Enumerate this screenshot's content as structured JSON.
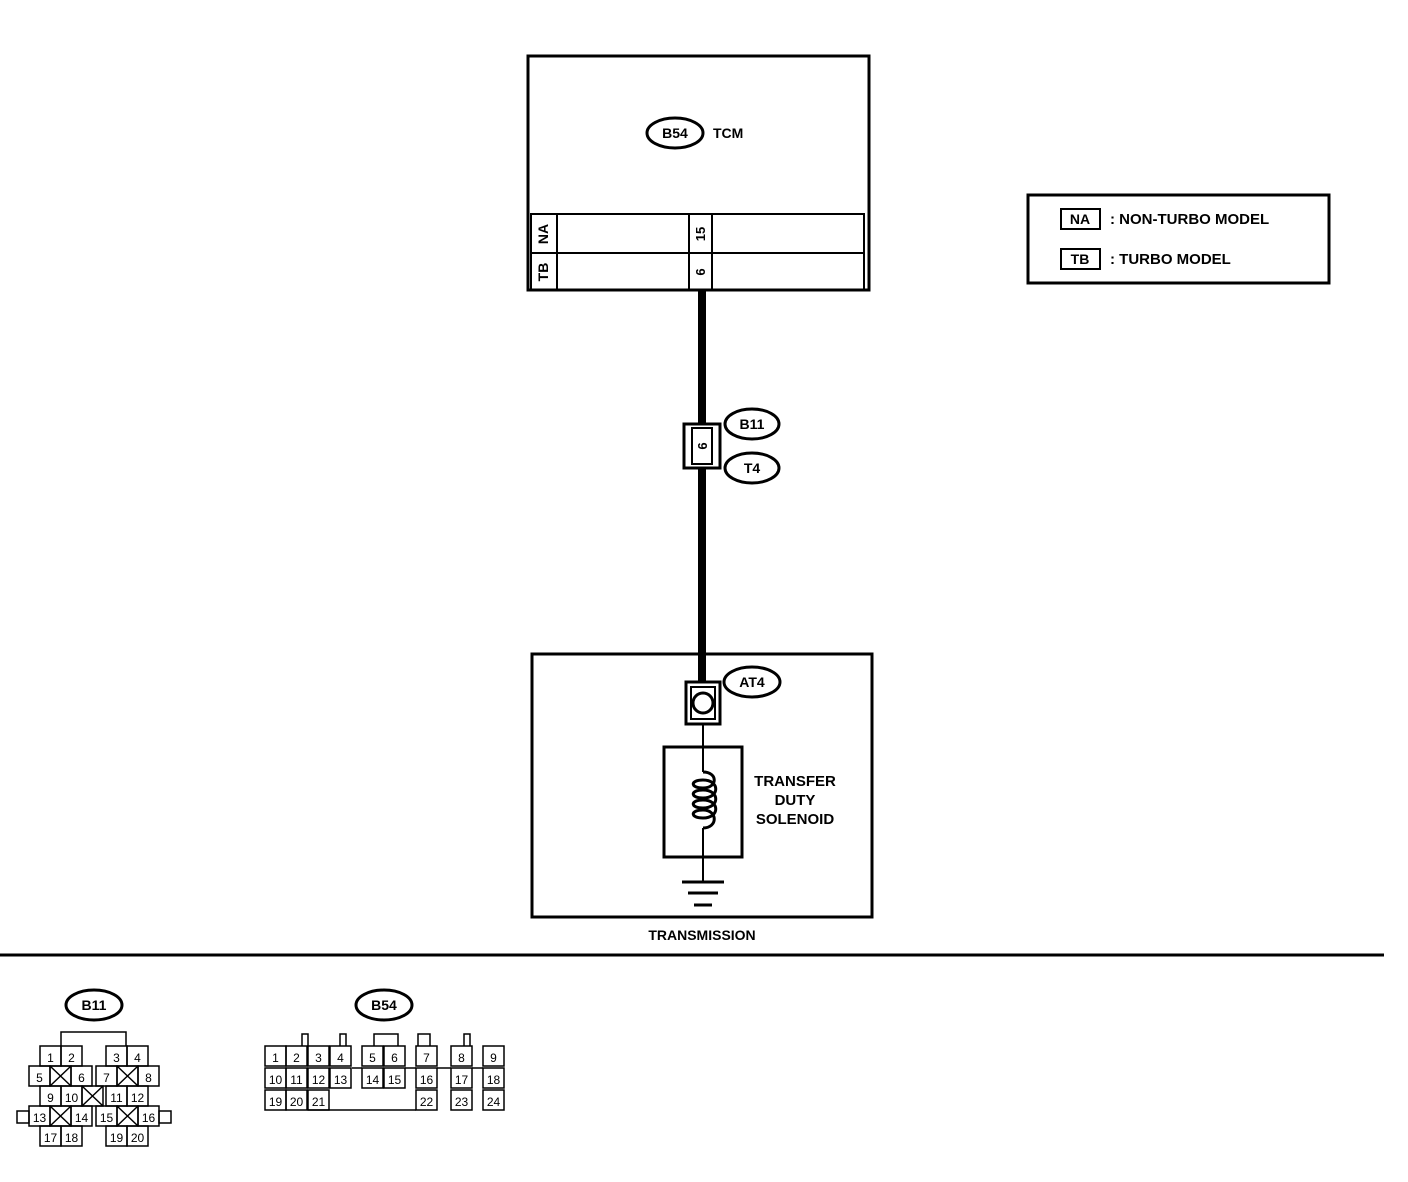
{
  "tcm": {
    "connector": "B54",
    "label": "TCM"
  },
  "tcm_pins": [
    {
      "model_tag": "NA",
      "pin": "15"
    },
    {
      "model_tag": "TB",
      "pin": "6"
    }
  ],
  "legend": [
    {
      "tag": "NA",
      "text": ": NON-TURBO MODEL"
    },
    {
      "tag": "TB",
      "text": ": TURBO MODEL"
    }
  ],
  "joint_connector": {
    "pin": "6",
    "upper": "B11",
    "lower": "T4"
  },
  "transmission": {
    "connector": "AT4",
    "solenoid_lines": [
      "TRANSFER",
      "DUTY",
      "SOLENOID"
    ],
    "label": "TRANSMISSION"
  },
  "connector_b11": {
    "title": "B11",
    "rows": [
      [
        "1",
        "2",
        "3",
        "4"
      ],
      [
        "5",
        "6",
        "7",
        "8"
      ],
      [
        "9",
        "10",
        "11",
        "12"
      ],
      [
        "13",
        "14",
        "15",
        "16"
      ],
      [
        "17",
        "18",
        "19",
        "20"
      ]
    ]
  },
  "connector_b54": {
    "title": "B54",
    "rows": [
      [
        "1",
        "2",
        "3",
        "4",
        "5",
        "6",
        "7",
        "8",
        "9"
      ],
      [
        "10",
        "11",
        "12",
        "13",
        "14",
        "15",
        "16",
        "17",
        "18"
      ],
      [
        "19",
        "20",
        "21",
        "22",
        "23",
        "24"
      ]
    ]
  }
}
